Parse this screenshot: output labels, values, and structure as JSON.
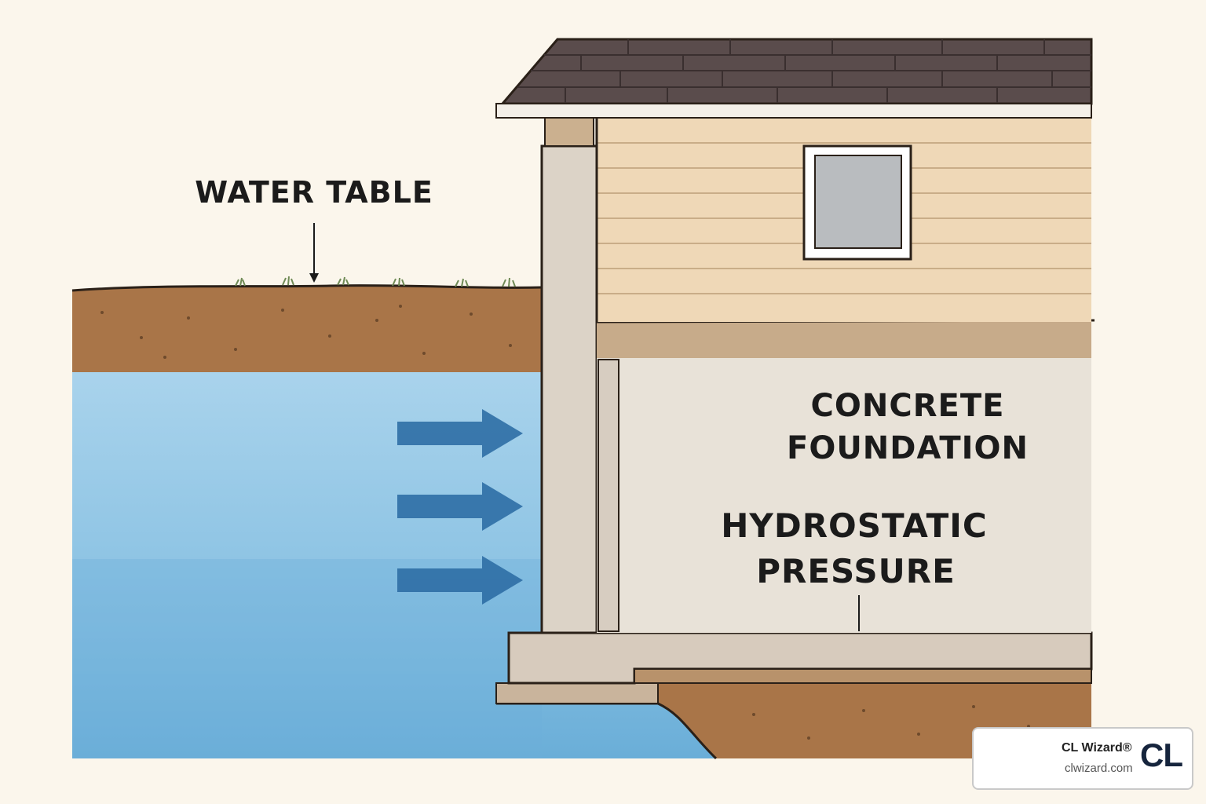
{
  "labels": {
    "water_table": "WATER TABLE",
    "concrete_line1": "CONCRETE",
    "concrete_line2": "FOUNDATION",
    "hydro_line1": "HYDROSTATIC",
    "hydro_line2": "PRESSURE"
  },
  "badge": {
    "name": "CL Wizard®",
    "url": "clwizard.com",
    "logo": "CL"
  },
  "icons": [
    "pressure-arrow-icon",
    "window-icon",
    "grass-icon"
  ],
  "colors": {
    "background": "#fbf6ec",
    "soil": "#a97548",
    "water": "#7fb9dd",
    "concrete": "#e2dad0",
    "siding": "#efd8b7",
    "roof": "#5a4c4c",
    "arrow": "#2e6ea5"
  }
}
